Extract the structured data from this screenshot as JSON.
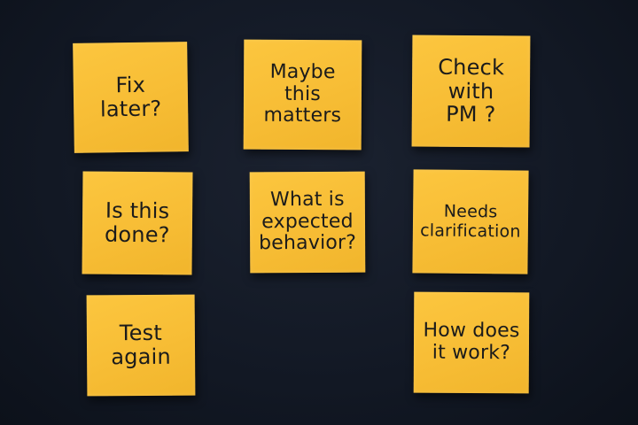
{
  "board": {
    "background_color": "#121824",
    "note_color": "#f7bd35",
    "notes": [
      {
        "id": "fix-later",
        "text": "Fix\nlater?"
      },
      {
        "id": "maybe-this-matters",
        "text": "Maybe\nthis\nmatters"
      },
      {
        "id": "check-with-pm",
        "text": "Check\nwith\nPM ?"
      },
      {
        "id": "is-this-done",
        "text": "Is this\ndone?"
      },
      {
        "id": "what-is-expected-behavior",
        "text": "What is\nexpected\nbehavior?"
      },
      {
        "id": "needs-clarification",
        "text": "Needs\nclarification"
      },
      {
        "id": "test-again",
        "text": "Test\nagain"
      },
      {
        "id": "how-does-it-work",
        "text": "How does\nit work?"
      }
    ]
  }
}
